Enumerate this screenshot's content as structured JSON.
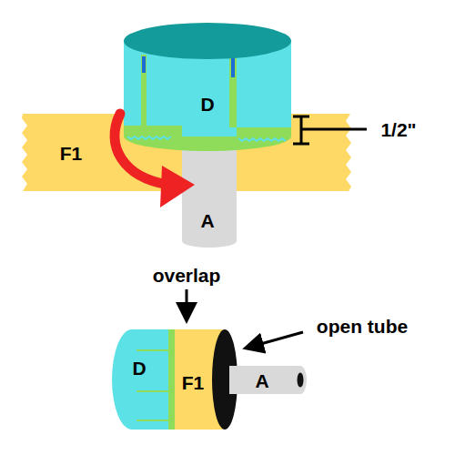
{
  "diagram": {
    "labels": [
      "D",
      "F1",
      "A",
      "1/2\"",
      "overlap",
      "open tube",
      "D",
      "F1",
      "A"
    ]
  }
}
